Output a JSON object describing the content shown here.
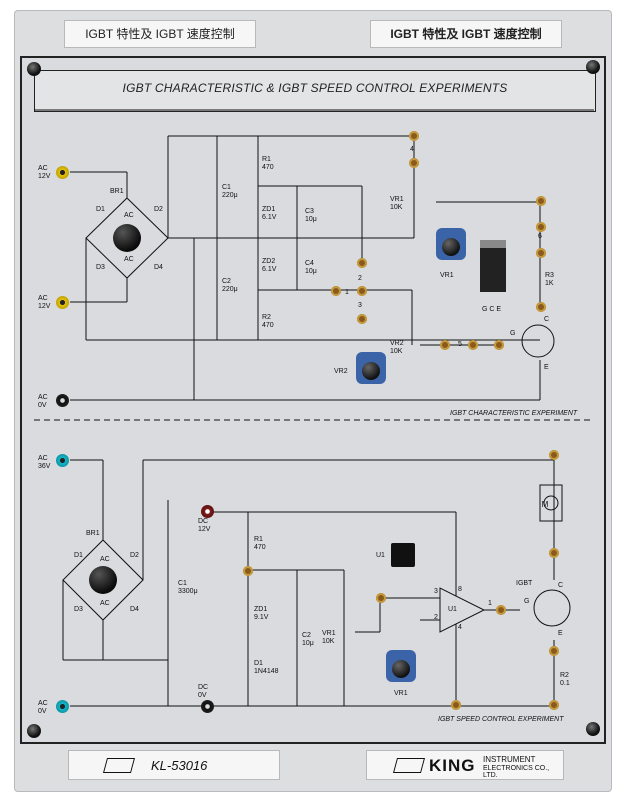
{
  "top_labels": {
    "left": "IGBT 特性及 IGBT 速度控制",
    "right": "IGBT 特性及 IGBT 速度控制"
  },
  "title": "IGBT CHARACTERISTIC & IGBT SPEED CONTROL EXPERIMENTS",
  "footer": {
    "model": "KL-53016",
    "brand": "KING",
    "brand_line1": "INSTRUMENT",
    "brand_line2": "ELECTRONICS CO., LTD."
  },
  "upper": {
    "section": "IGBT CHARACTERISTIC EXPERIMENT",
    "ac_top": "AC\n12V",
    "ac_mid": "AC\n12V",
    "ac_zero": "AC\n0V",
    "br": "BR1",
    "d1": "D1",
    "d2": "D2",
    "d3": "D3",
    "d4": "D4",
    "ac_a": "AC",
    "ac_b": "AC",
    "c1": "C1\n220μ",
    "c2": "C2\n220μ",
    "r1": "R1\n470",
    "r2": "R2\n470",
    "zd1": "ZD1\n6.1V",
    "zd2": "ZD2\n6.1V",
    "c3": "C3\n10μ",
    "c4": "C4\n10μ",
    "vr1": "VR1\n10K",
    "vr2": "VR2\n10K",
    "vr1_knob": "VR1",
    "vr2_knob": "VR2",
    "r3": "R3\n1K",
    "n1": "1",
    "n2": "2",
    "n3": "3",
    "n4": "4",
    "n5": "5",
    "n6": "6",
    "gce": "G C E",
    "g": "G",
    "c": "C",
    "e": "E"
  },
  "lower": {
    "section": "IGBT SPEED CONTROL EXPERIMENT",
    "ac36": "AC\n36V",
    "ac0": "AC\n0V",
    "dc12": "DC\n12V",
    "dc0": "DC\n0V",
    "br": "BR1",
    "d1": "D1",
    "d2": "D2",
    "d3": "D3",
    "d4": "D4",
    "ac_a": "AC",
    "ac_b": "AC",
    "c1": "C1\n3300μ",
    "r1": "R1\n470",
    "zd1": "ZD1\n9.1V",
    "d1b": "D1\n1N4148",
    "c2": "C2\n10μ",
    "vr1": "VR1\n10K",
    "vr1_knob": "VR1",
    "u1": "U1",
    "u1_amp": "U1",
    "p3": "3",
    "p8": "8",
    "p2": "2",
    "p4": "4",
    "p1": "1",
    "motor": "M",
    "igbt": "IGBT",
    "g": "G",
    "c": "C",
    "e": "E",
    "r2": "R2\n0.1"
  }
}
